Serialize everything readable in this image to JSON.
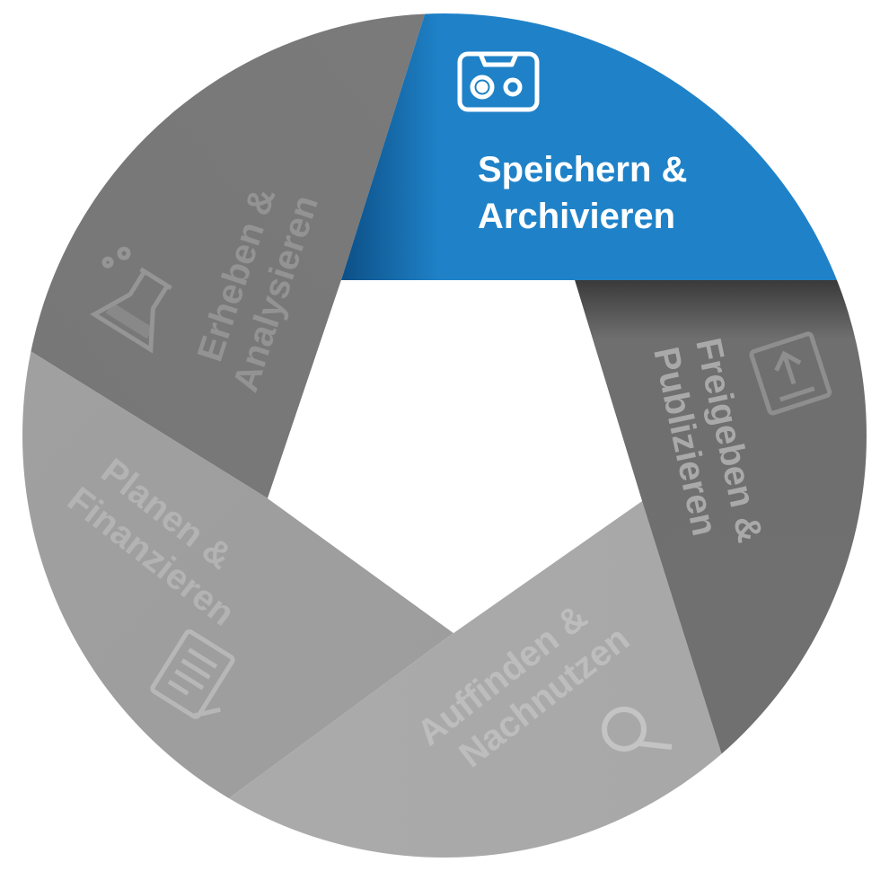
{
  "diagram": {
    "segments": [
      {
        "id": "speichern",
        "line1": "Speichern &",
        "line2": "Archivieren",
        "icon": "tape-icon",
        "active": true,
        "color": "#1f82c8"
      },
      {
        "id": "freigeben",
        "line1": "Freigeben &",
        "line2": "Publizieren",
        "icon": "upload-icon",
        "active": false,
        "color": "#6f6f6f"
      },
      {
        "id": "auffinden",
        "line1": "Auffinden &",
        "line2": "Nachnutzen",
        "icon": "search-icon",
        "active": false,
        "color": "#a8a8a8"
      },
      {
        "id": "planen",
        "line1": "Planen &",
        "line2": "Finanzieren",
        "icon": "document-pencil-icon",
        "active": false,
        "color": "#9d9d9d"
      },
      {
        "id": "erheben",
        "line1": "Erheben &",
        "line2": "Analysieren",
        "icon": "flask-icon",
        "active": false,
        "color": "#777777"
      }
    ]
  }
}
